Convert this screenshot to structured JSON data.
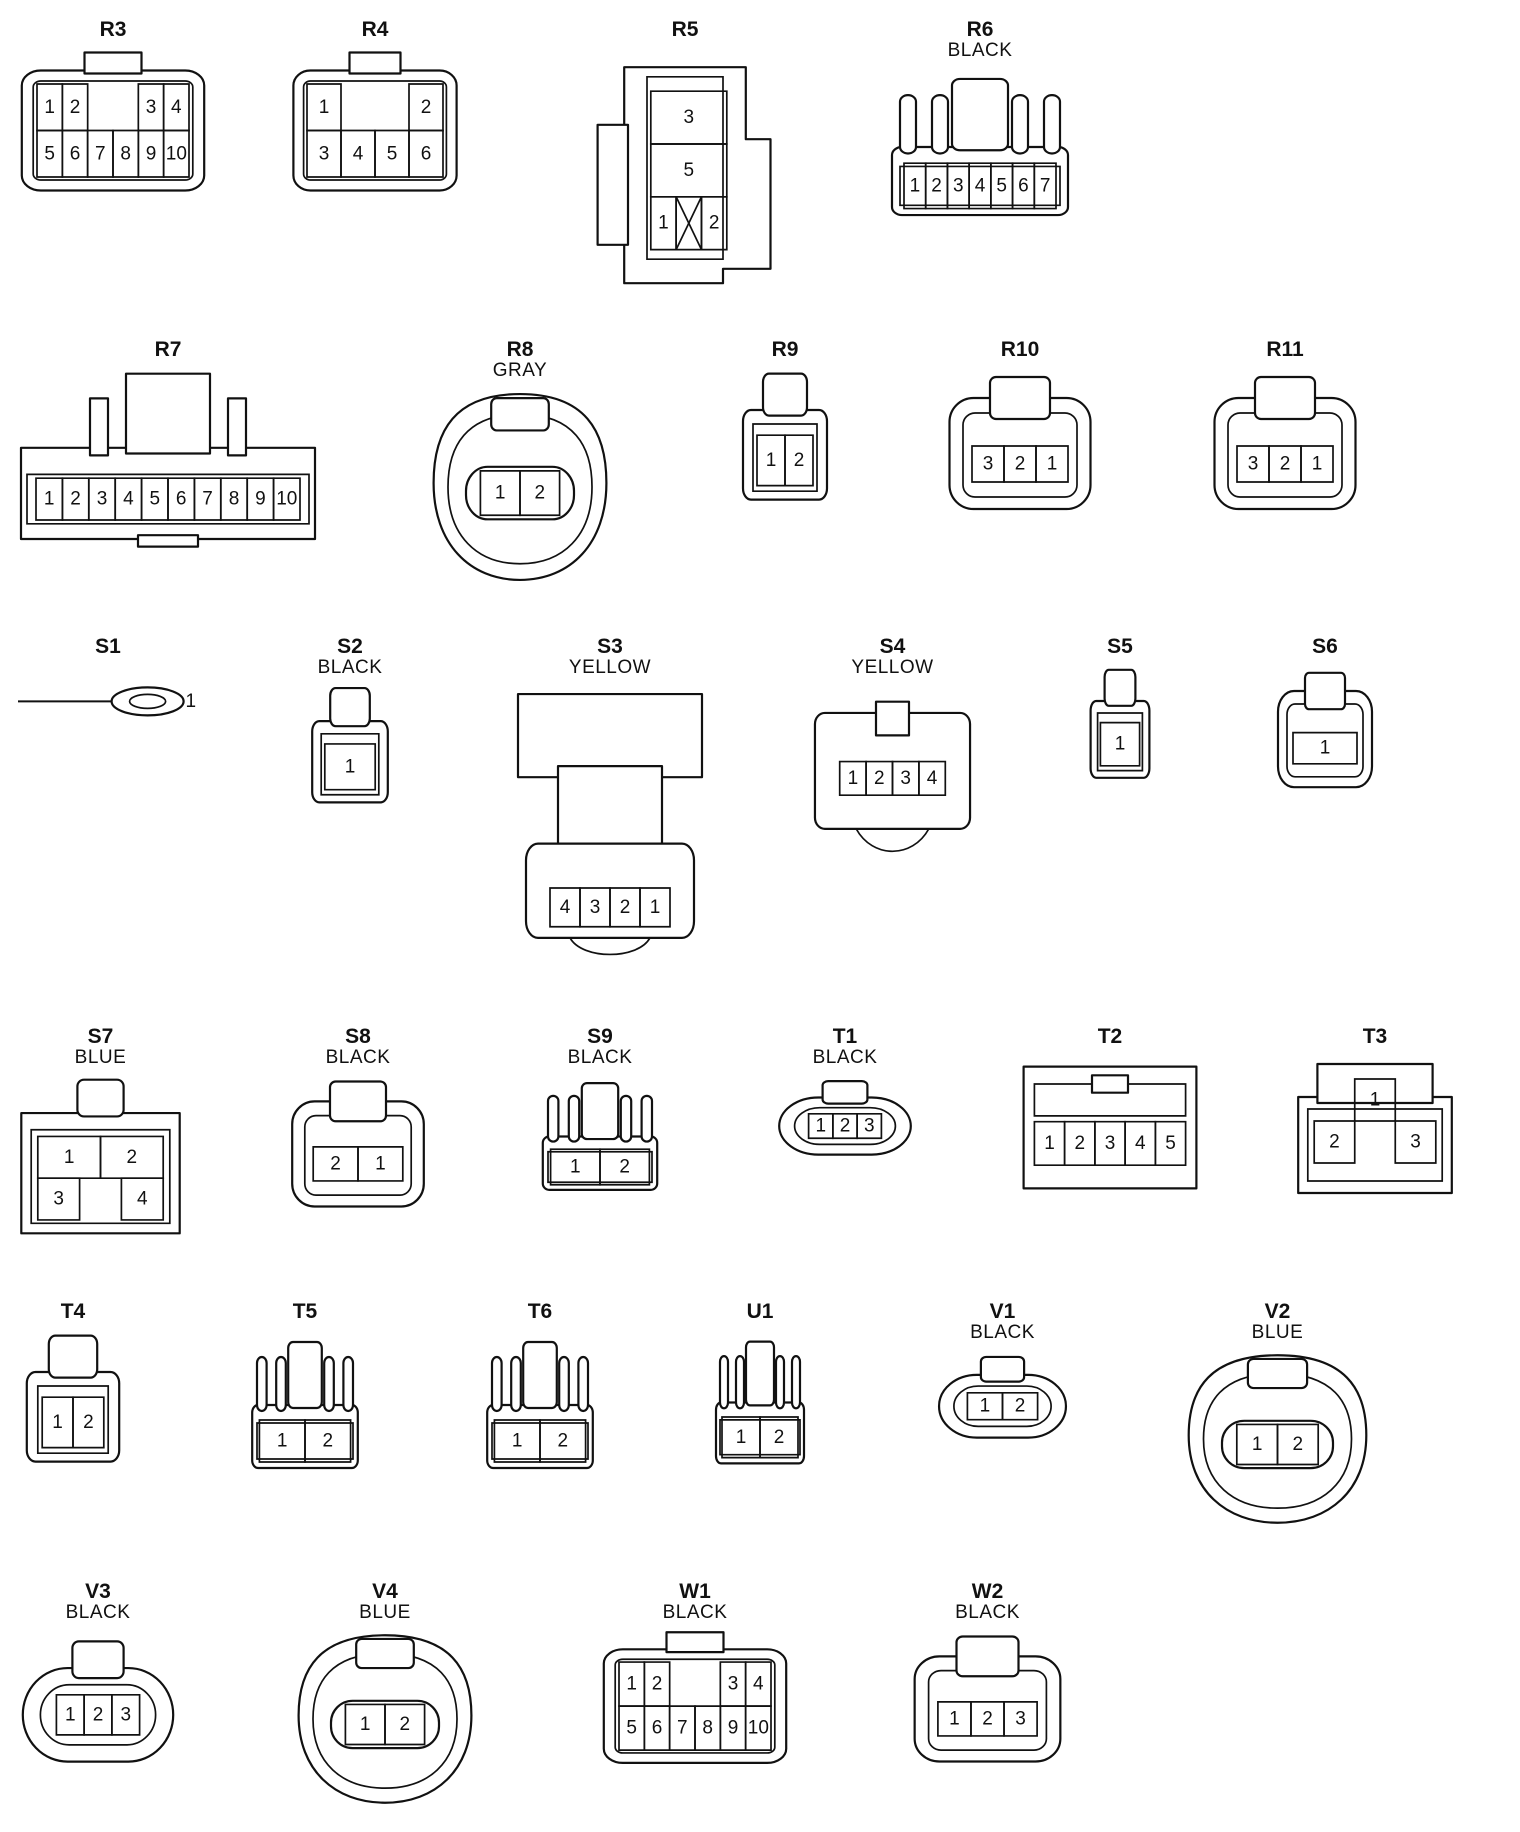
{
  "connectors": [
    {
      "id": "R3",
      "color": "",
      "style": "rect12",
      "pins": [
        [
          "1",
          "2",
          "",
          "",
          "3",
          "4"
        ],
        [
          "5",
          "6",
          "7",
          "8",
          "9",
          "10"
        ]
      ]
    },
    {
      "id": "R4",
      "color": "",
      "style": "rect12",
      "pins": [
        [
          "1",
          "",
          "",
          "2"
        ],
        [
          "3",
          "4",
          "5",
          "6"
        ]
      ]
    },
    {
      "id": "R5",
      "color": "",
      "style": "r5",
      "pins": [
        [
          "3"
        ],
        [
          "5"
        ],
        [
          "1",
          "X",
          "2"
        ]
      ]
    },
    {
      "id": "R6",
      "color": "BLACK",
      "style": "ribbed",
      "pins": [
        [
          "1",
          "2",
          "3",
          "4",
          "5",
          "6",
          "7"
        ]
      ]
    },
    {
      "id": "R7",
      "color": "",
      "style": "wide",
      "pins": [
        [
          "1",
          "2",
          "3",
          "4",
          "5",
          "6",
          "7",
          "8",
          "9",
          "10"
        ]
      ]
    },
    {
      "id": "R8",
      "color": "GRAY",
      "style": "bulb",
      "pins": [
        [
          "1",
          "2"
        ]
      ]
    },
    {
      "id": "R9",
      "color": "",
      "style": "small",
      "pins": [
        [
          "1",
          "2"
        ]
      ]
    },
    {
      "id": "R10",
      "color": "",
      "style": "round",
      "pins": [
        [
          "3",
          "2",
          "1"
        ]
      ]
    },
    {
      "id": "R11",
      "color": "",
      "style": "round",
      "pins": [
        [
          "3",
          "2",
          "1"
        ]
      ]
    },
    {
      "id": "S1",
      "color": "",
      "style": "ring",
      "pins": [
        [
          "1"
        ]
      ]
    },
    {
      "id": "S2",
      "color": "BLACK",
      "style": "small",
      "pins": [
        [
          "1"
        ]
      ]
    },
    {
      "id": "S3",
      "color": "YELLOW",
      "style": "tall",
      "pins": [
        [
          "4",
          "3",
          "2",
          "1"
        ]
      ]
    },
    {
      "id": "S4",
      "color": "YELLOW",
      "style": "wide4",
      "pins": [
        [
          "1",
          "2",
          "3",
          "4"
        ]
      ]
    },
    {
      "id": "S5",
      "color": "",
      "style": "small",
      "pins": [
        [
          "1"
        ]
      ]
    },
    {
      "id": "S6",
      "color": "",
      "style": "round",
      "pins": [
        [
          "1"
        ]
      ]
    },
    {
      "id": "S7",
      "color": "BLUE",
      "style": "s7",
      "pins": [
        [
          "1",
          "2"
        ],
        [
          "3",
          "",
          "4"
        ]
      ]
    },
    {
      "id": "S8",
      "color": "BLACK",
      "style": "round",
      "pins": [
        [
          "2",
          "1"
        ]
      ]
    },
    {
      "id": "S9",
      "color": "BLACK",
      "style": "ribbed",
      "pins": [
        [
          "1",
          "2"
        ]
      ]
    },
    {
      "id": "T1",
      "color": "BLACK",
      "style": "oval",
      "pins": [
        [
          "1",
          "2",
          "3"
        ]
      ]
    },
    {
      "id": "T2",
      "color": "",
      "style": "block",
      "pins": [
        [
          "1",
          "2",
          "3",
          "4",
          "5"
        ]
      ]
    },
    {
      "id": "T3",
      "color": "",
      "style": "t3",
      "pins": [
        [
          "",
          "1",
          ""
        ],
        [
          "2",
          "",
          "3"
        ]
      ]
    },
    {
      "id": "T4",
      "color": "",
      "style": "small",
      "pins": [
        [
          "1",
          "2"
        ]
      ]
    },
    {
      "id": "T5",
      "color": "",
      "style": "ribbed",
      "pins": [
        [
          "1",
          "2"
        ]
      ]
    },
    {
      "id": "T6",
      "color": "",
      "style": "ribbed",
      "pins": [
        [
          "1",
          "2"
        ]
      ]
    },
    {
      "id": "U1",
      "color": "",
      "style": "ribbed",
      "pins": [
        [
          "1",
          "2"
        ]
      ]
    },
    {
      "id": "V1",
      "color": "BLACK",
      "style": "oval",
      "pins": [
        [
          "1",
          "2"
        ]
      ]
    },
    {
      "id": "V2",
      "color": "BLUE",
      "style": "bulb",
      "pins": [
        [
          "1",
          "2"
        ]
      ]
    },
    {
      "id": "V3",
      "color": "BLACK",
      "style": "oval",
      "pins": [
        [
          "1",
          "2",
          "3"
        ]
      ]
    },
    {
      "id": "V4",
      "color": "BLUE",
      "style": "bulb",
      "pins": [
        [
          "1",
          "2"
        ]
      ]
    },
    {
      "id": "W1",
      "color": "BLACK",
      "style": "rect12",
      "pins": [
        [
          "1",
          "2",
          "",
          "",
          "3",
          "4"
        ],
        [
          "5",
          "6",
          "7",
          "8",
          "9",
          "10"
        ]
      ]
    },
    {
      "id": "W2",
      "color": "BLACK",
      "style": "round",
      "pins": [
        [
          "1",
          "2",
          "3"
        ]
      ]
    }
  ]
}
